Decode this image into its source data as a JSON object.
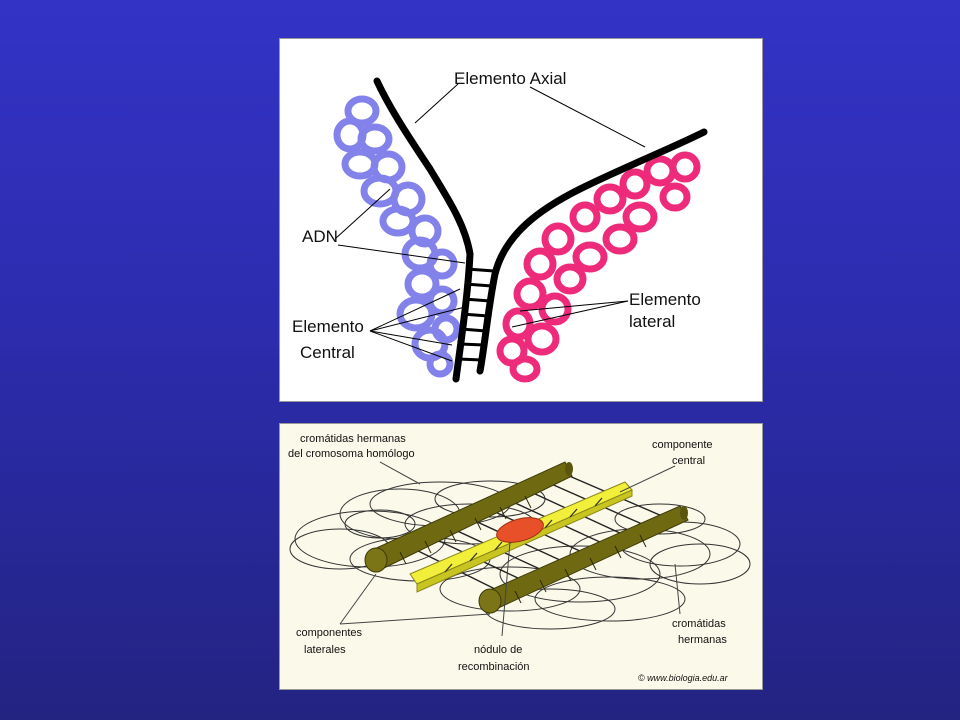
{
  "top_diagram": {
    "labels": {
      "axial": "Elemento Axial",
      "adn": "ADN",
      "lateral_1": "Elemento",
      "lateral_2": "lateral",
      "central_1": "Elemento",
      "central_2": "Central"
    },
    "colors": {
      "left_chromatin": "#8080e8",
      "right_chromatin": "#ee2a7b",
      "axis": "#000000"
    }
  },
  "bottom_diagram": {
    "labels": {
      "sisters_homolog_1": "cromátidas hermanas",
      "sisters_homolog_2": "del cromosoma homólogo",
      "central_1": "componente",
      "central_2": "central",
      "lateral_1": "componentes",
      "lateral_2": "laterales",
      "nodule_1": "nódulo de",
      "nodule_2": "recombinación",
      "sisters_1": "cromátidas",
      "sisters_2": "hermanas",
      "credit": "© www.biologia.edu.ar"
    },
    "colors": {
      "rod": "#6f6a12",
      "central_bar": "#f2ef3a",
      "nodule": "#e8502a"
    }
  }
}
